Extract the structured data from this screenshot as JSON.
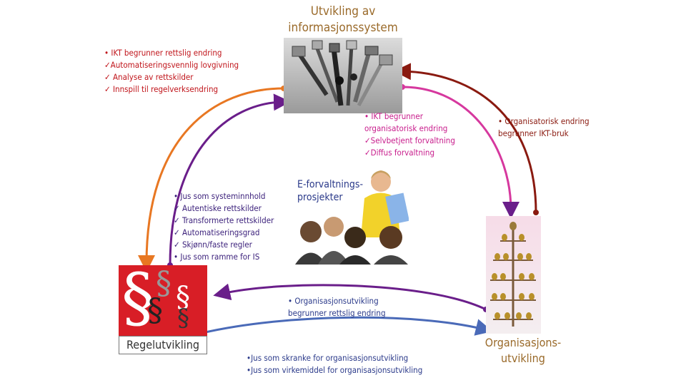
{
  "title": [
    "Utvikling av",
    "informasjonssystem"
  ],
  "it_to_law": {
    "items": [
      "• IKT begrunner rettslig endring",
      "✓Automatiseringsvennlig lovgivning",
      "✓  Analyse av rettskilder",
      "✓  Innspill til regelverksendring"
    ]
  },
  "it_to_org": {
    "items": [
      "• IKT begrunner",
      "organisatorisk endring",
      "✓Selvbetjent forvaltning",
      "✓Diffus forvaltning"
    ]
  },
  "org_to_it": {
    "items": [
      "• Organisatorisk endring",
      "begrunner IKT-bruk"
    ]
  },
  "law_as_content": {
    "items": [
      "• Jus som systeminnhold",
      "✓  Autentiske rettskilder",
      "✓  Transformerte rettskilder",
      "✓  Automatiseringsgrad",
      "✓  Skjønn/faste regler",
      "• Jus som ramme for IS"
    ]
  },
  "center": {
    "label": [
      "E-forvaltnings-",
      "prosjekter"
    ]
  },
  "org_to_law": {
    "items": [
      "• Organisasjonsutvikling",
      "begrunner rettslig endring"
    ]
  },
  "law_to_org": {
    "items": [
      "•Jus som skranke for organisasjonsutvikling",
      "•Jus som virkemiddel for organisasjonsutvikling"
    ]
  },
  "law_node": {
    "label": "Regelutvikling",
    "symbol": "§"
  },
  "org_node": {
    "label": [
      "Organisasjons-",
      "utvikling"
    ]
  },
  "colors": {
    "orange_arc": "#e87722",
    "purple_arc": "#6a1e8a",
    "pink_arc": "#d6389e",
    "dred_arc": "#8a1a10",
    "blue_arc": "#4a6ab8",
    "red_bg": "#d81e26"
  }
}
